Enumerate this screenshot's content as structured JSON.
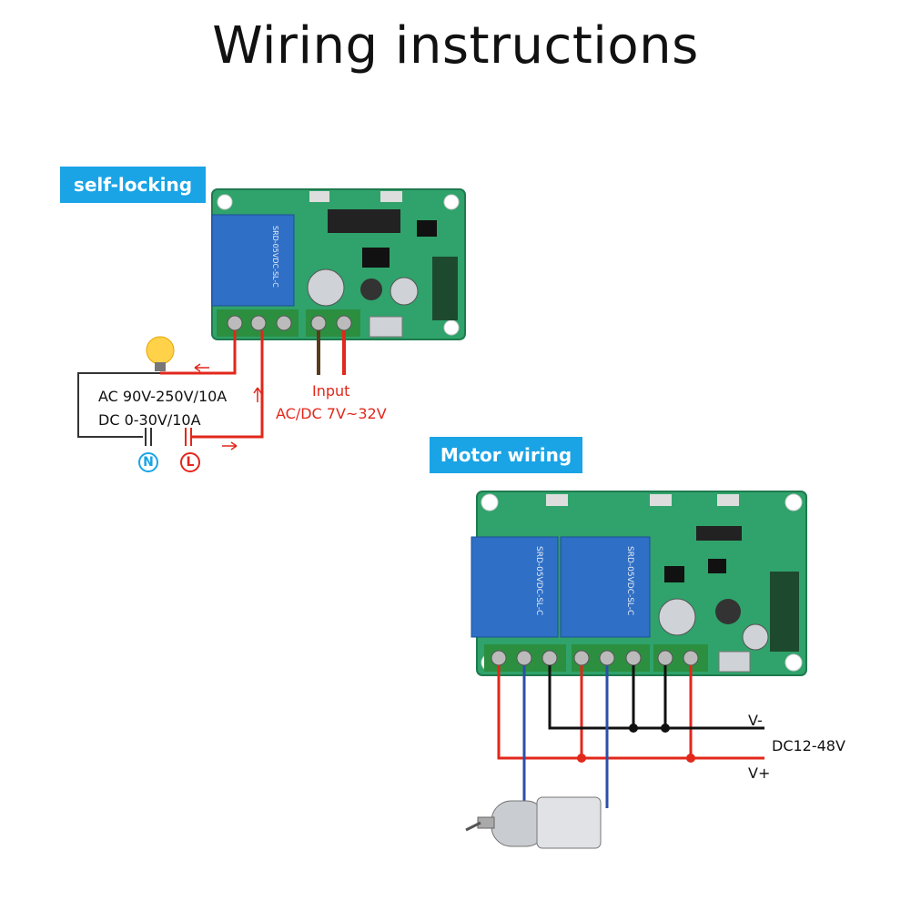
{
  "title": "Wiring instructions",
  "sections": {
    "self_locking": {
      "tag": "self-locking",
      "load_ac": "AC 90V-250V/10A",
      "load_dc": "DC 0-30V/10A",
      "input_label": "Input",
      "input_spec": "AC/DC 7V~32V",
      "neutral": "N",
      "live": "L"
    },
    "motor_wiring": {
      "tag": "Motor wiring",
      "v_minus": "V-",
      "supply": "DC12-48V",
      "v_plus": "V+"
    }
  },
  "colors": {
    "tag_bg": "#1aa4e6",
    "wire_red": "#e2271b",
    "wire_blue": "#2d4fa8",
    "wire_black": "#111111",
    "pcb": "#2fa36b",
    "relay": "#2f6fc6"
  }
}
